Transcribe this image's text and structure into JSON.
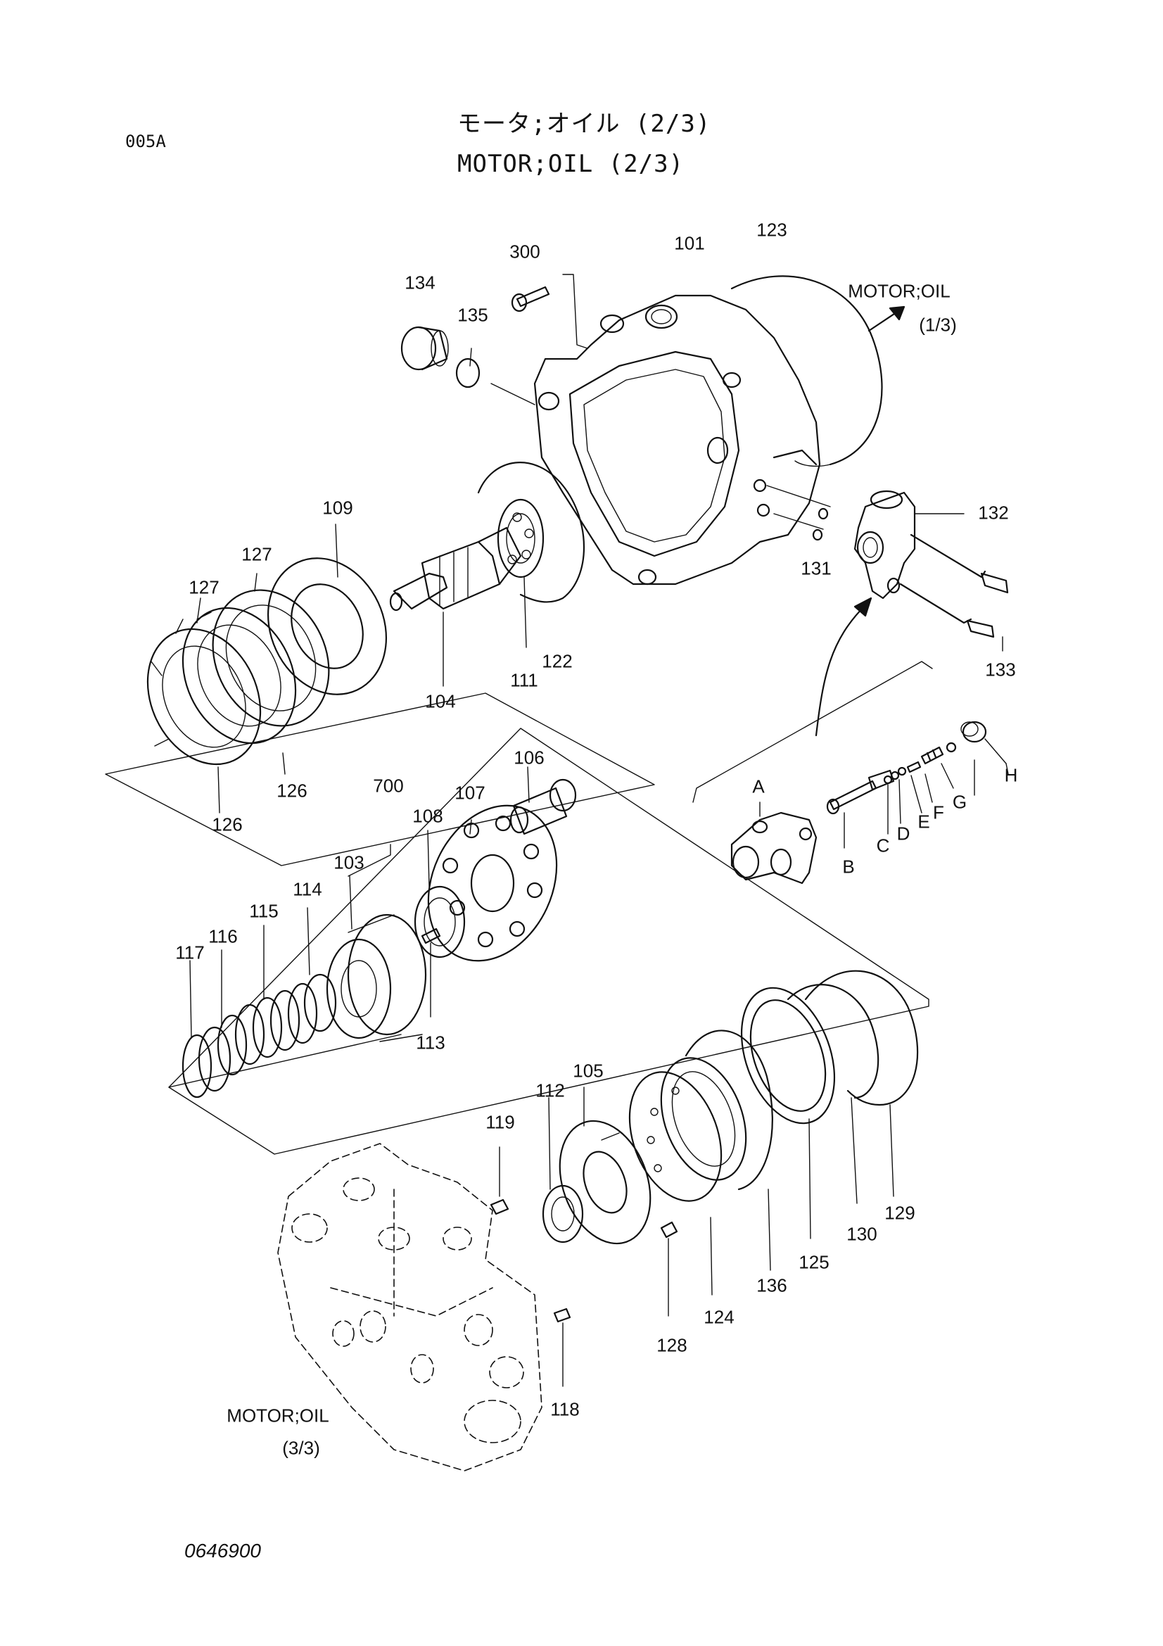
{
  "page": {
    "code": "005A",
    "title_jp": "モータ;オイル (2/3)",
    "title_en": "MOTOR;OIL (2/3)",
    "figure_number": "0646900"
  },
  "refs": {
    "motor_oil_1_3_line1": "MOTOR;OIL",
    "motor_oil_1_3_line2": "(1/3)",
    "motor_oil_3_3_line1": "MOTOR;OIL",
    "motor_oil_3_3_line2": "(3/3)"
  },
  "part_labels": {
    "p101": "101",
    "p103": "103",
    "p104": "104",
    "p105": "105",
    "p106": "106",
    "p107": "107",
    "p108": "108",
    "p109": "109",
    "p111": "111",
    "p112": "112",
    "p113": "113",
    "p114": "114",
    "p115": "115",
    "p116": "116",
    "p117": "117",
    "p118": "118",
    "p119": "119",
    "p122": "122",
    "p123": "123",
    "p124": "124",
    "p125": "125",
    "p126a": "126",
    "p126b": "126",
    "p127a": "127",
    "p127b": "127",
    "p128": "128",
    "p129": "129",
    "p130": "130",
    "p131": "131",
    "p132": "132",
    "p133": "133",
    "p134": "134",
    "p135": "135",
    "p136": "136",
    "p300": "300",
    "p700": "700",
    "pA": "A",
    "pB": "B",
    "pC": "C",
    "pD": "D",
    "pE": "E",
    "pF": "F",
    "pG": "G",
    "pH": "H"
  }
}
